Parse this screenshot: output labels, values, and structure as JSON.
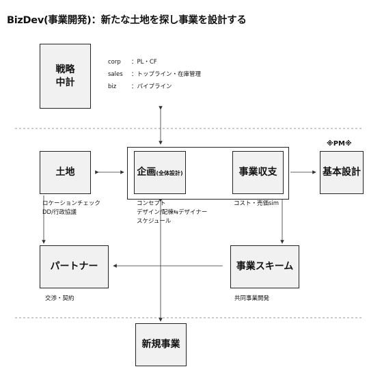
{
  "title": "BizDev(事業開発)：新たな土地を探し事業を設計する",
  "boxes": {
    "strategy": "戦略\n中計",
    "land": "土地",
    "planning": "企画",
    "planning_sub": "(全体設計)",
    "revenue": "事業収支",
    "basic_design": "基本設計",
    "partner": "パートナー",
    "scheme": "事業スキーム",
    "new_business": "新規事業"
  },
  "pm_label": "※PM※",
  "strategy_notes": [
    {
      "key": "corp",
      "value": "：PL・CF"
    },
    {
      "key": "sales",
      "value": "：トップライン・在庫管理"
    },
    {
      "key": "biz",
      "value": "：パイプライン"
    }
  ],
  "land_notes": [
    "ロケーションチェック",
    "DD/行政協議"
  ],
  "planning_notes": [
    "コンセプト",
    "デザイン/配棟⇆デザイナー",
    "スケジュール"
  ],
  "revenue_notes": [
    "コスト・売価sim"
  ],
  "partner_notes": [
    "交渉・契約"
  ],
  "scheme_notes": [
    "共同事業開発"
  ]
}
